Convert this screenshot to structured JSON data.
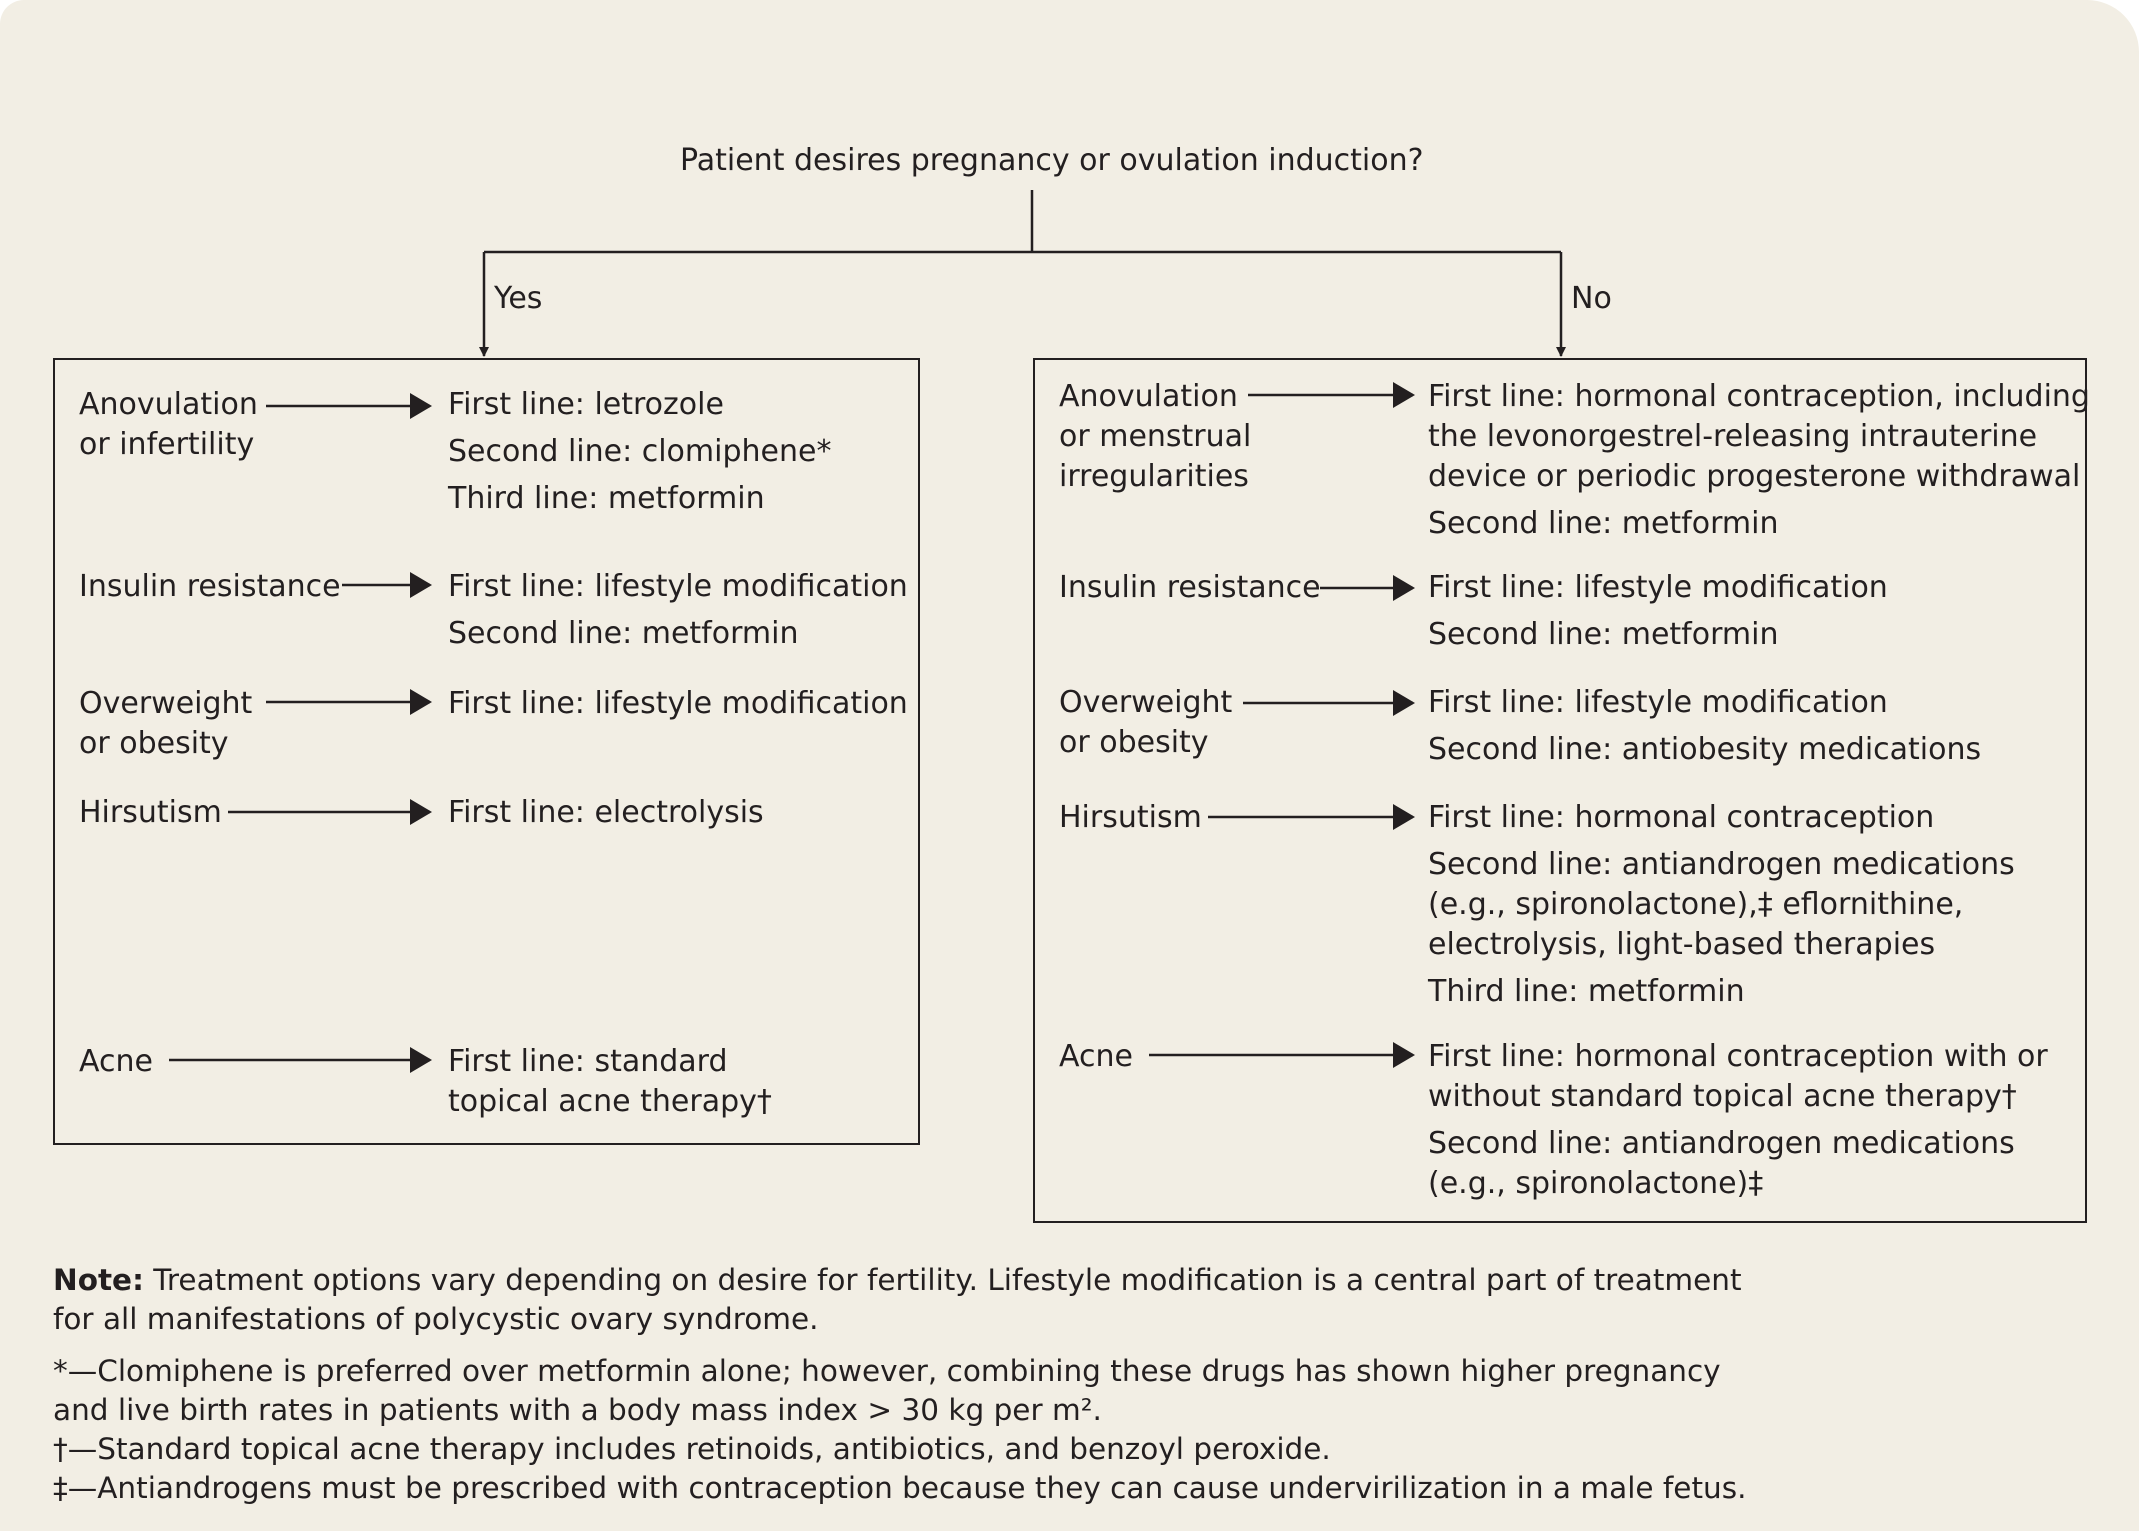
{
  "question": "Patient desires pregnancy or ovulation induction?",
  "branches": {
    "yes_label": "Yes",
    "no_label": "No"
  },
  "yes_box": {
    "anovulation": {
      "condition": [
        "Anovulation",
        "or infertility"
      ],
      "treatments": [
        "First line: letrozole",
        "Second line: clomiphene*",
        "Third line: metformin"
      ]
    },
    "insulin": {
      "condition": [
        "Insulin resistance"
      ],
      "treatments": [
        "First line: lifestyle modification",
        "Second line: metformin"
      ]
    },
    "overweight": {
      "condition": [
        "Overweight",
        "or obesity"
      ],
      "treatments": [
        "First line: lifestyle modification"
      ]
    },
    "hirsutism": {
      "condition": [
        "Hirsutism"
      ],
      "treatments": [
        "First line: electrolysis"
      ]
    },
    "acne": {
      "condition": [
        "Acne"
      ],
      "treatments": [
        "First line: standard",
        "topical acne therapy†"
      ]
    }
  },
  "no_box": {
    "anovulation": {
      "condition": [
        "Anovulation",
        "or menstrual",
        "irregularities"
      ],
      "treatments": [
        "First line: hormonal contraception, including",
        "the levonorgestrel-releasing intrauterine",
        "device or periodic progesterone withdrawal",
        "Second line: metformin"
      ]
    },
    "insulin": {
      "condition": [
        "Insulin resistance"
      ],
      "treatments": [
        "First line: lifestyle modification",
        "Second line: metformin"
      ]
    },
    "overweight": {
      "condition": [
        "Overweight",
        "or obesity"
      ],
      "treatments": [
        "First line: lifestyle modification",
        "Second line: antiobesity medications"
      ]
    },
    "hirsutism": {
      "condition": [
        "Hirsutism"
      ],
      "treatments": [
        "First line: hormonal contraception",
        "Second line: antiandrogen medications",
        "(e.g., spironolactone),‡ eflornithine,",
        "electrolysis, light-based therapies",
        "Third line: metformin"
      ]
    },
    "acne": {
      "condition": [
        "Acne"
      ],
      "treatments": [
        "First line: hormonal contraception with or",
        "without standard topical acne therapy†",
        "Second line: antiandrogen medications",
        "(e.g., spironolactone)‡"
      ]
    }
  },
  "notes": {
    "note_label": "Note:",
    "note_text": [
      " Treatment options vary depending on desire for fertility. Lifestyle modification is a central part of treatment",
      "for all manifestations of polycystic ovary syndrome."
    ],
    "footnotes": [
      "*—Clomiphene is preferred over metformin alone; however, combining these drugs has shown higher pregnancy",
      "and live birth rates in patients with a body mass index > 30 kg per m².",
      "†—Standard topical acne therapy includes retinoids, antibiotics, and benzoyl peroxide.",
      "‡—Antiandrogens must be prescribed with contraception because they can cause undervirilization in a male fetus."
    ]
  }
}
